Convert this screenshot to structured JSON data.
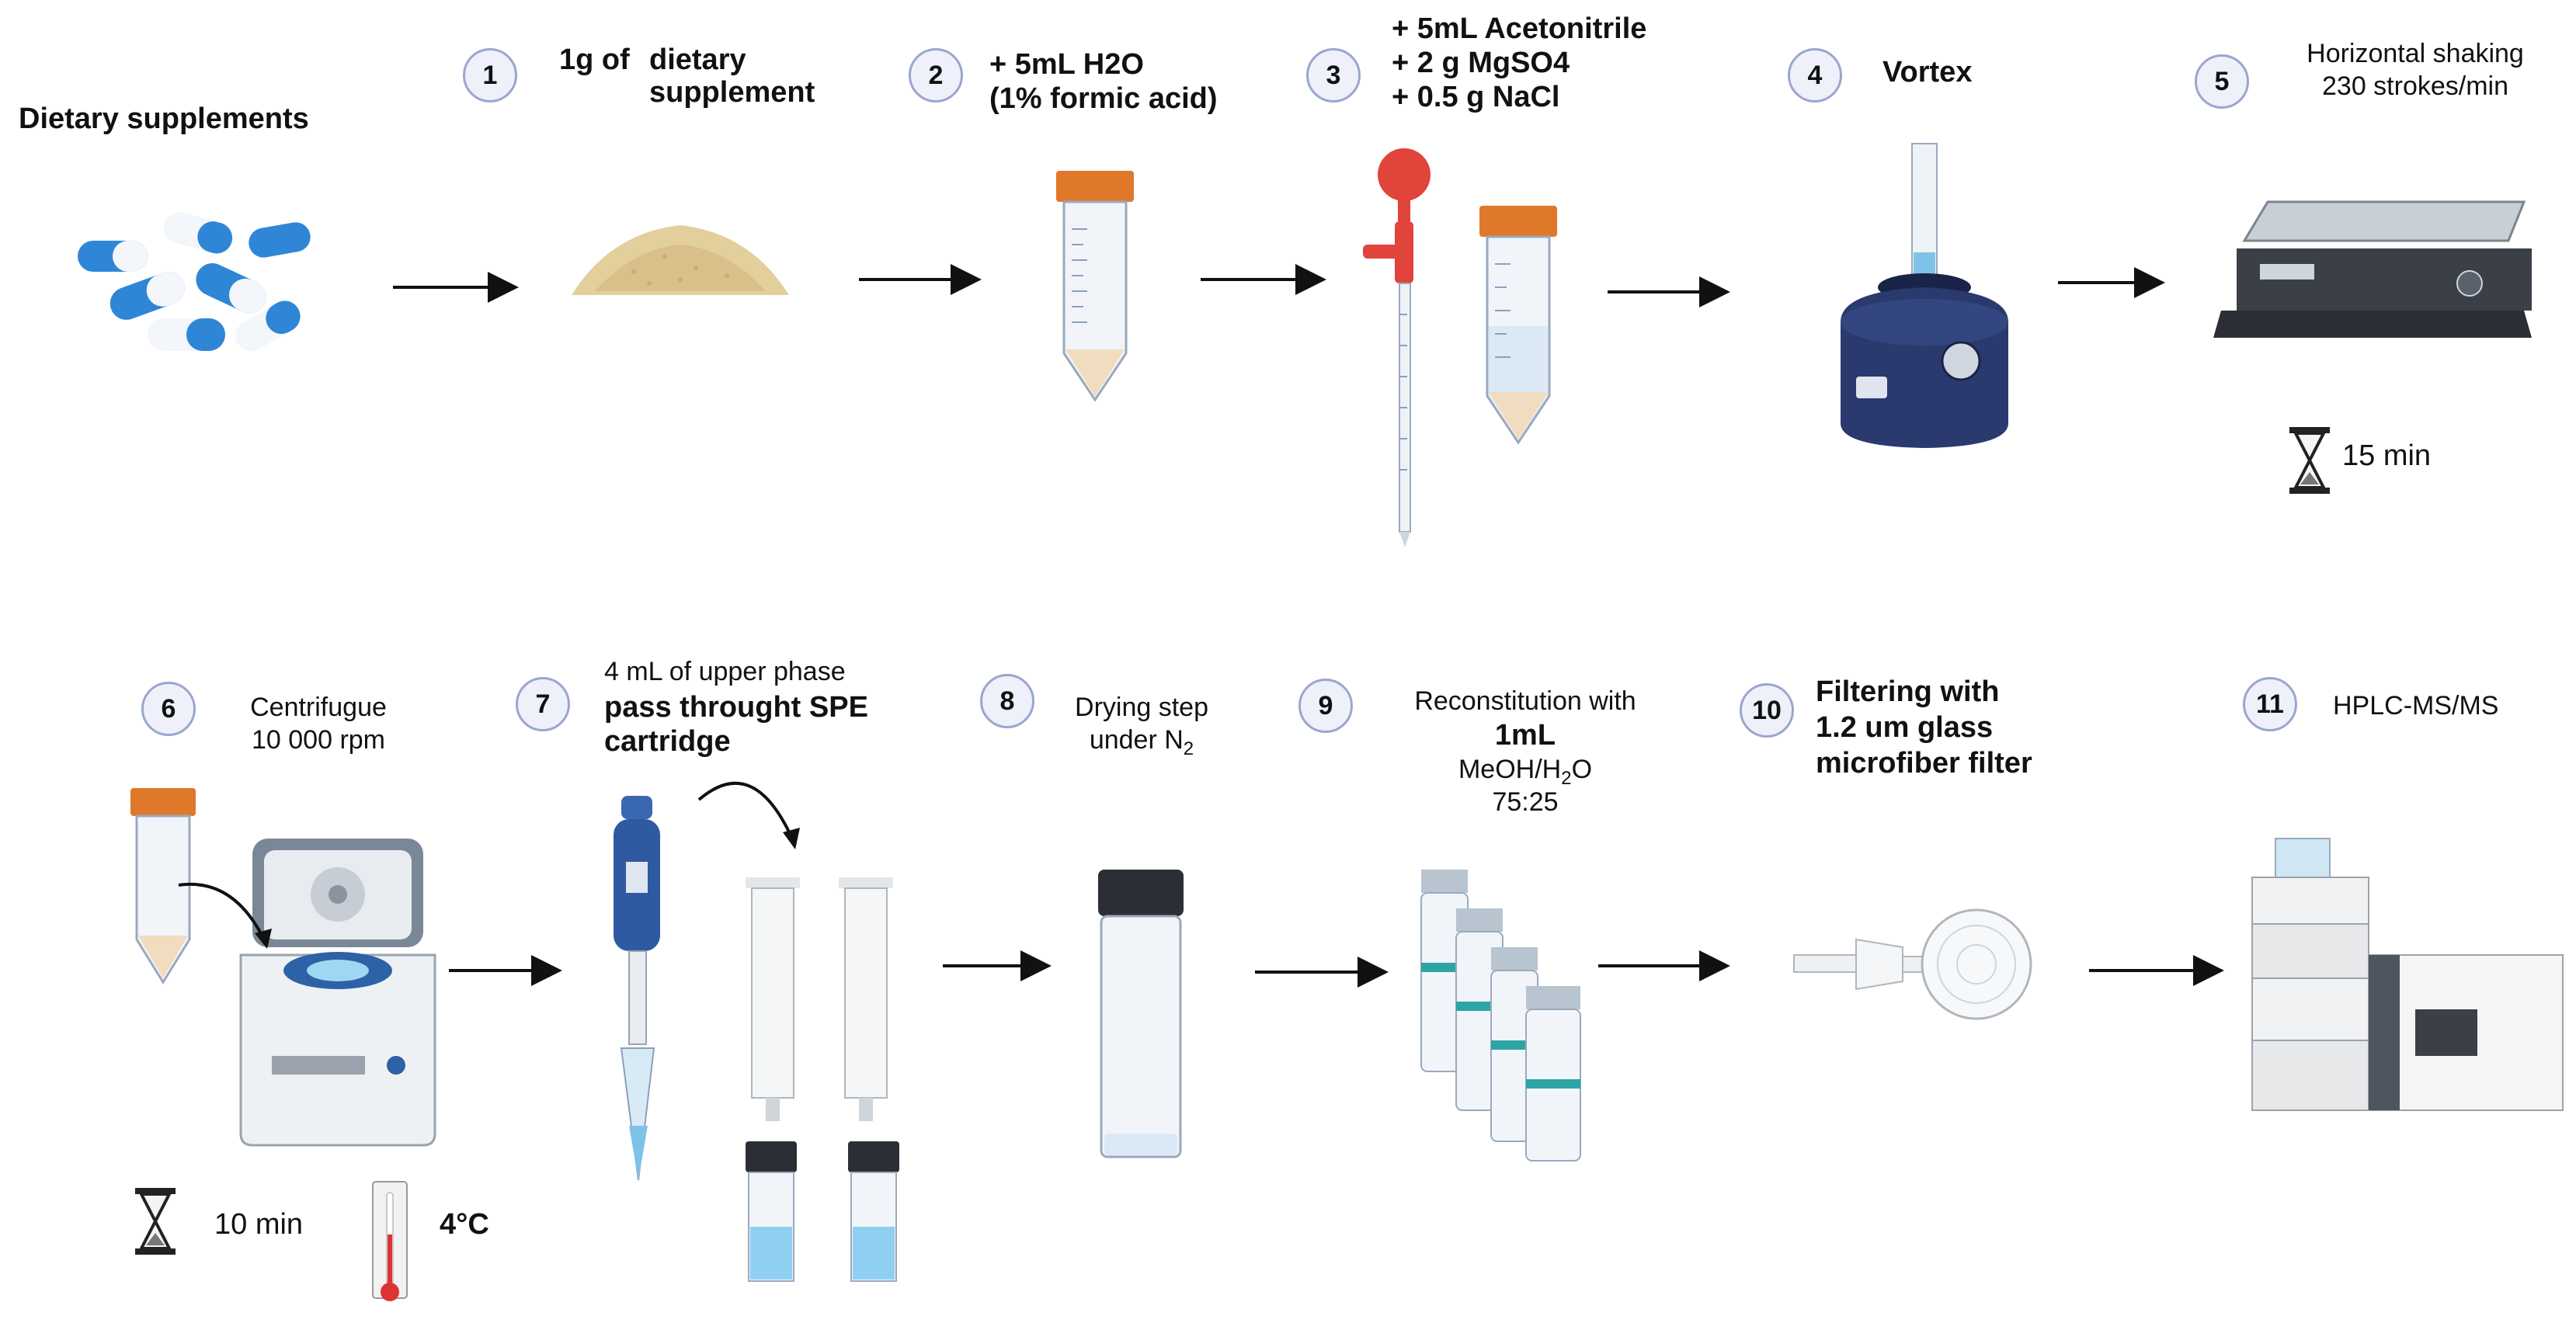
{
  "start": {
    "label": "Dietary supplements"
  },
  "steps": [
    {
      "num": "1",
      "lines": [
        "1g of",
        "dietary",
        "supplement"
      ]
    },
    {
      "num": "2",
      "lines": [
        "+ 5mL H2O",
        "(1% formic acid)"
      ]
    },
    {
      "num": "3",
      "lines": [
        "+ 5mL Acetonitrile",
        "+ 2 g MgSO4",
        "+ 0.5 g NaCl"
      ]
    },
    {
      "num": "4",
      "lines": [
        "Vortex"
      ]
    },
    {
      "num": "5",
      "lines": [
        "Horizontal shaking",
        "230 strokes/min"
      ],
      "time": "15 min"
    },
    {
      "num": "6",
      "lines": [
        "Centrifugue",
        "10 000 rpm"
      ],
      "time": "10 min",
      "temp": "4°C"
    },
    {
      "num": "7",
      "lines": [
        "4 mL of upper phase",
        "pass throught SPE",
        "cartridge"
      ]
    },
    {
      "num": "8",
      "lines": [
        "Drying step",
        "under N",
        "2"
      ]
    },
    {
      "num": "9",
      "lines": [
        "Reconstitution with",
        "1mL",
        "MeOH/H",
        "2",
        "O",
        "75:25"
      ]
    },
    {
      "num": "10",
      "lines": [
        "Filtering with",
        "1.2 um glass",
        "microfiber filter"
      ]
    },
    {
      "num": "11",
      "lines": [
        "HPLC-MS/MS"
      ]
    }
  ],
  "colors": {
    "capsule_blue": "#2f86d6",
    "tube_cap": "#e0782a",
    "badge_border": "#9aa6d0",
    "vortex_body": "#2a3a6e"
  }
}
